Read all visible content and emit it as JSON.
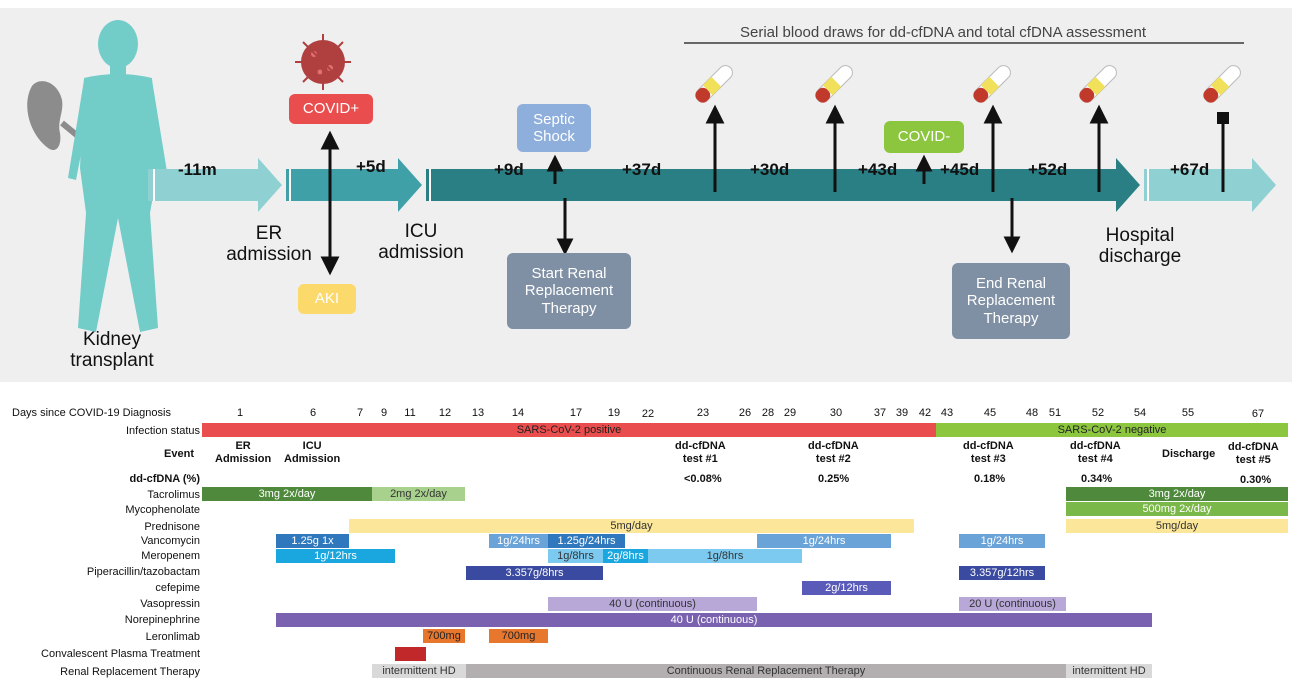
{
  "timeline": {
    "serial_label": "Serial blood draws for dd-cfDNA and total cfDNA assessment",
    "intervals": [
      "-11m",
      "+5d",
      "+9d",
      "+37d",
      "+30d",
      "+43d",
      "+45d",
      "+52d",
      "+67d"
    ],
    "milestones": {
      "kidney": "Kidney\ntransplant",
      "er": "ER\nadmission",
      "icu": "ICU\nadmission",
      "discharge": "Hospital\ndischarge"
    },
    "boxes": {
      "covid_pos": "COVID+",
      "aki": "AKI",
      "septic": "Septic\nShock",
      "start_rrt": "Start Renal\nReplacement\nTherapy",
      "covid_neg": "COVID-",
      "end_rrt": "End Renal\nReplacement\nTherapy"
    },
    "colors": {
      "light_arrow": "#8fd0d2",
      "mid_arrow": "#3fa0a8",
      "dark_arrow": "#2a7f84",
      "figure": "#72cdc9",
      "covid_pos": "#ea4d4d",
      "aki": "#fbd96a",
      "septic": "#8eaedb",
      "rrt": "#7f8fa4",
      "covid_neg": "#8cc63f"
    }
  },
  "table": {
    "days_label": "Days since COVID-19 Diagnosis",
    "days": [
      "1",
      "6",
      "7",
      "9",
      "11",
      "12",
      "13",
      "14",
      "17",
      "19",
      "22",
      "23",
      "26",
      "28",
      "29",
      "30",
      "37",
      "39",
      "42",
      "43",
      "45",
      "48",
      "51",
      "52",
      "54",
      "55",
      "67"
    ],
    "rows": {
      "infection": "Infection status",
      "event": "Event",
      "ddcf": "dd-cfDNA (%)",
      "tacrolimus": "Tacrolimus",
      "mycophenolate": "Mycophenolate",
      "prednisone": "Prednisone",
      "vancomycin": "Vancomycin",
      "meropenem": "Meropenem",
      "pip": "Piperacillin/tazobactam",
      "cefepime": "cefepime",
      "vasopressin": "Vasopressin",
      "norepinephrine": "Norepinephrine",
      "leronlimab": "Leronlimab",
      "plasma": "Convalescent Plasma Treatment",
      "rrt": "Renal Replacement Therapy"
    },
    "infection_pos": "SARS-CoV-2  positive",
    "infection_neg": "SARS-CoV-2 negative",
    "events": {
      "er": "ER\nAdmission",
      "icu": "ICU\nAdmission",
      "t1": "dd-cfDNA\ntest #1",
      "t2": "dd-cfDNA\ntest #2",
      "t3": "dd-cfDNA\ntest #3",
      "t4": "dd-cfDNA\ntest #4",
      "discharge": "Discharge",
      "t5": "dd-cfDNA\ntest #5"
    },
    "ddcf_values": {
      "t1": "<0.08%",
      "t2": "0.25%",
      "t3": "0.18%",
      "t4": "0.34%",
      "t5": "0.30%"
    },
    "bars": {
      "tac1": "3mg 2x/day",
      "tac2": "2mg 2x/day",
      "tac3": "3mg 2x/day",
      "myco": "500mg 2x/day",
      "pred1": "5mg/day",
      "pred2": "5mg/day",
      "vanc1": "1.25g 1x",
      "vanc2": "1g/24hrs",
      "vanc3": "1.25g/24hrs",
      "vanc4": "1g/24hrs",
      "vanc5": "1g/24hrs",
      "mero1": "1g/12hrs",
      "mero2": "1g/8hrs",
      "mero3": "2g/8hrs",
      "mero4": "1g/8hrs",
      "pip1": "3.357g/8hrs",
      "pip2": "3.357g/12hrs",
      "cef": "2g/12hrs",
      "vaso1": "40 U (continuous)",
      "vaso2": "20 U (continuous)",
      "nore": "40 U (continuous)",
      "ler1": "700mg",
      "ler2": "700mg",
      "rrt1": "intermittent HD",
      "rrt2": "Continuous Renal Replacement Therapy",
      "rrt3": "intermittent HD"
    }
  }
}
